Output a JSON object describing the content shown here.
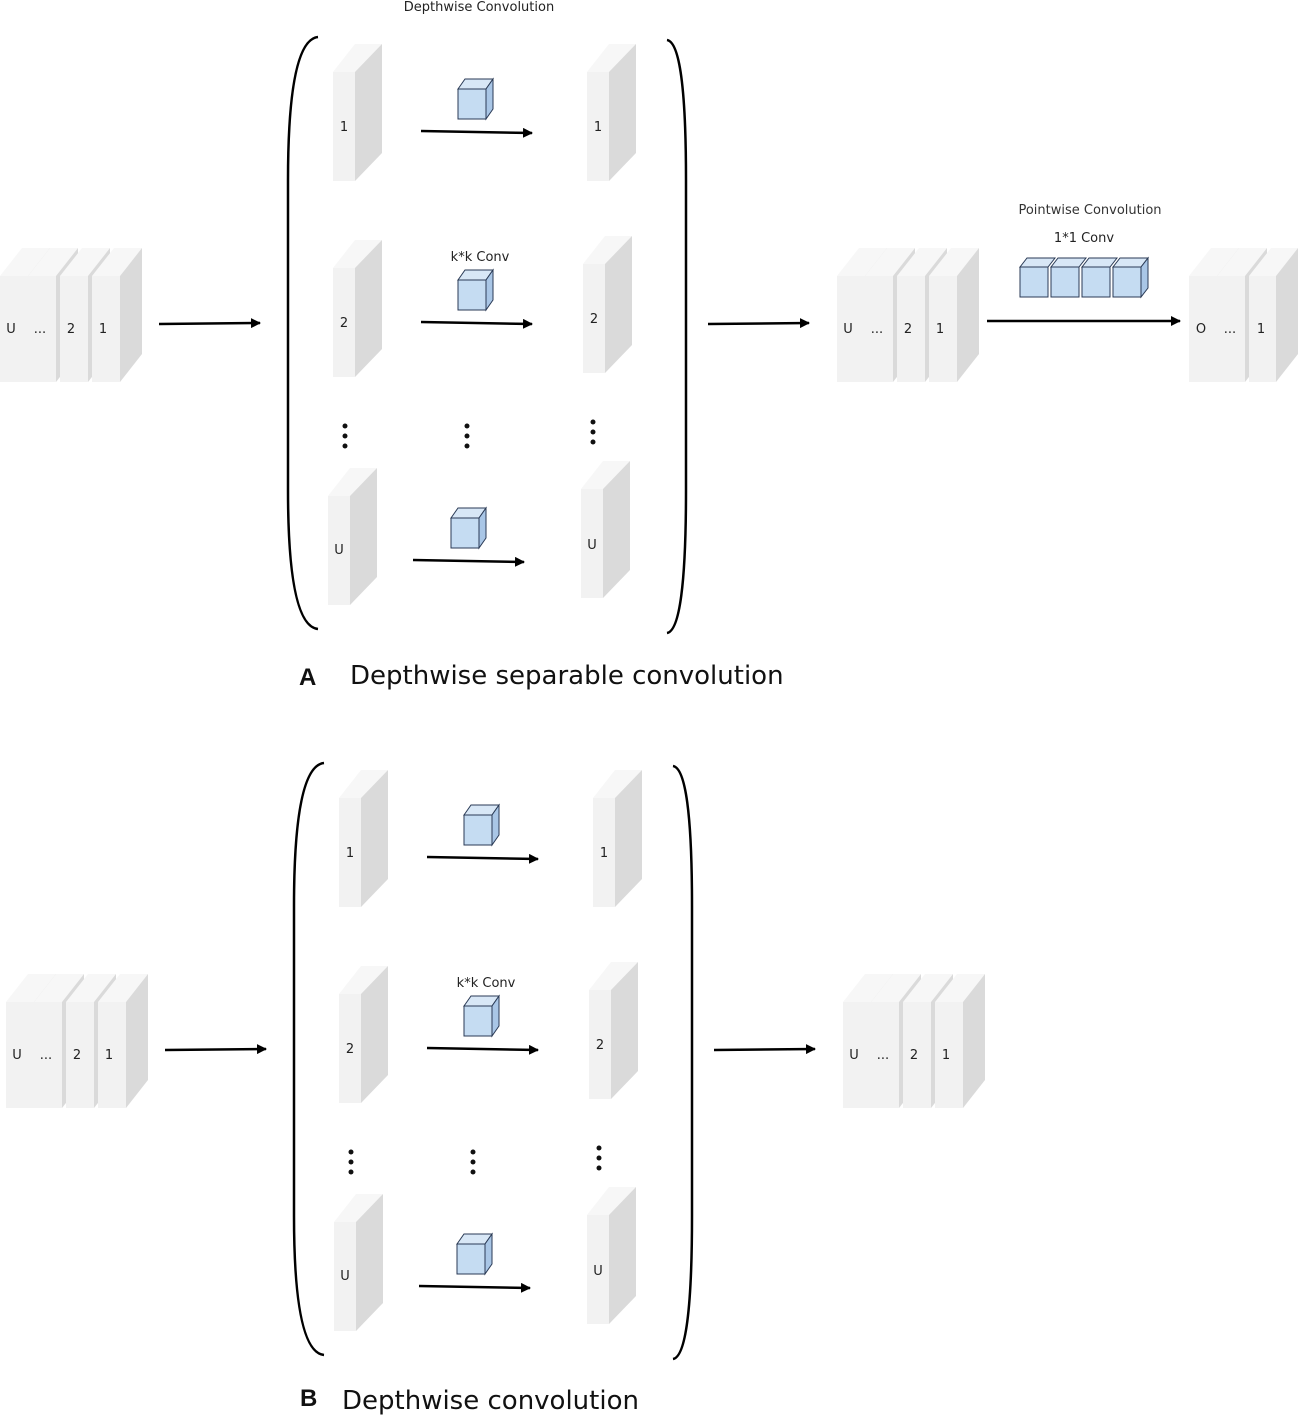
{
  "panel_a": {
    "letter": "A",
    "caption": "Depthwise separable convolution",
    "depthwise_title": "Depthwise Convolution",
    "kernel_label": "k*k Conv",
    "pointwise_title": "Pointwise Convolution",
    "pointwise_kernel_label": "1*1 Conv",
    "input_stack": [
      "U",
      "...",
      "2",
      "1"
    ],
    "depthwise_rows": [
      "1",
      "2",
      "U"
    ],
    "intermediate_stack": [
      "U",
      "...",
      "2",
      "1"
    ],
    "output_stack": [
      "O",
      "...",
      "1"
    ]
  },
  "panel_b": {
    "letter": "B",
    "caption": "Depthwise convolution",
    "kernel_label": "k*k Conv",
    "input_stack": [
      "U",
      "...",
      "2",
      "1"
    ],
    "depthwise_rows": [
      "1",
      "2",
      "U"
    ],
    "output_stack": [
      "U",
      "...",
      "2",
      "1"
    ]
  },
  "colors": {
    "slab_front": "#f2f2f2",
    "slab_top": "#f7f7f7",
    "slab_side": "#dadada",
    "kernel_fill": "#c5dcf2",
    "kernel_stroke": "#2a3a55",
    "arrow": "#000000"
  }
}
